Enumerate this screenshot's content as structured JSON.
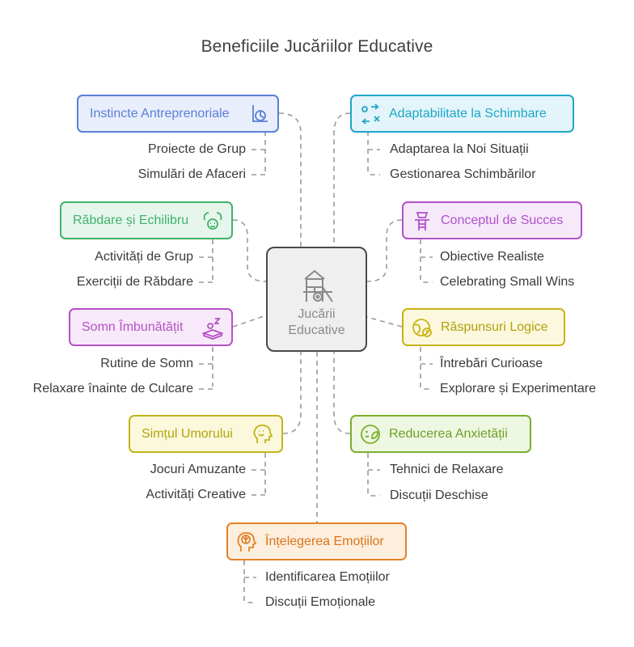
{
  "title": "Beneficiile Jucăriilor Educative",
  "center": {
    "label": "Jucării\nEducative",
    "icon": "playground-icon"
  },
  "nodes": [
    {
      "label": "Instincte Antreprenoriale",
      "icon": "chart-pie-icon",
      "color": "#5b7fd8",
      "bg": "#e8eefb",
      "items": [
        "Proiecte de Grup",
        "Simulări de Afaceri"
      ]
    },
    {
      "label": "Adaptabilitate la Schimbare",
      "icon": "swap-arrows-icon",
      "color": "#1fa6c8",
      "bg": "#e3f5fa",
      "items": [
        "Adaptarea la Noi Situații",
        "Gestionarea Schimbărilor"
      ]
    },
    {
      "label": "Răbdare și Echilibru",
      "icon": "calm-face-icon",
      "color": "#3fb26a",
      "bg": "#e6f6ec",
      "items": [
        "Activități de Grup",
        "Exerciții de Răbdare"
      ]
    },
    {
      "label": "Conceptul de Succes",
      "icon": "trophy-ladder-icon",
      "color": "#b052c9",
      "bg": "#f6e9fa",
      "items": [
        "Obiective Realiste",
        "Celebrating Small Wins"
      ]
    },
    {
      "label": "Somn Îmbunătățit",
      "icon": "sleep-icon",
      "color": "#b452c4",
      "bg": "#f7e9f9",
      "items": [
        "Rutine de Somn",
        "Relaxare înainte de Culcare"
      ]
    },
    {
      "label": "Răspunsuri Logice",
      "icon": "globe-question-icon",
      "color": "#c9b314",
      "bg": "#fcf8dd",
      "items": [
        "Întrebări Curioase",
        "Explorare și Experimentare"
      ]
    },
    {
      "label": "Simțul Umorului",
      "icon": "smiling-head-icon",
      "color": "#c2b51a",
      "bg": "#fbf8dc",
      "items": [
        "Jocuri Amuzante",
        "Activități Creative"
      ]
    },
    {
      "label": "Reducerea Anxietății",
      "icon": "mind-leaf-icon",
      "color": "#7aaf2e",
      "bg": "#eef7e2",
      "items": [
        "Tehnici de Relaxare",
        "Discuții Deschise"
      ]
    },
    {
      "label": "Înțelegerea Emoțiilor",
      "icon": "brain-head-icon",
      "color": "#e2832a",
      "bg": "#fdeedd",
      "items": [
        "Identificarea Emoțiilor",
        "Discuții Emoționale"
      ]
    }
  ]
}
